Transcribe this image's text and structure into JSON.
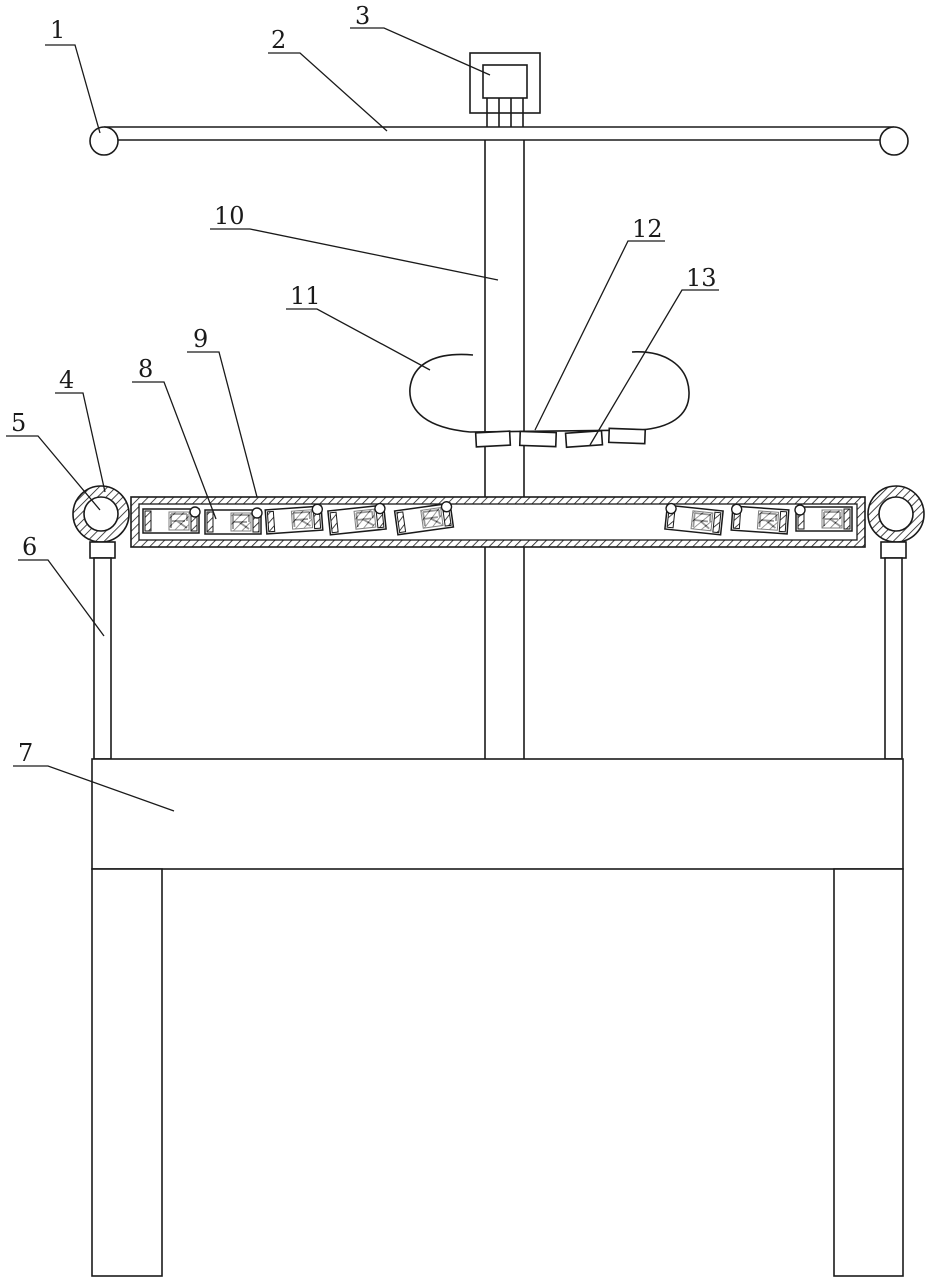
{
  "diagram": {
    "labels": [
      {
        "id": "1",
        "text": "1"
      },
      {
        "id": "2",
        "text": "2"
      },
      {
        "id": "3",
        "text": "3"
      },
      {
        "id": "4",
        "text": "4"
      },
      {
        "id": "5",
        "text": "5"
      },
      {
        "id": "6",
        "text": "6"
      },
      {
        "id": "7",
        "text": "7"
      },
      {
        "id": "8",
        "text": "8"
      },
      {
        "id": "9",
        "text": "9"
      },
      {
        "id": "10",
        "text": "10"
      },
      {
        "id": "11",
        "text": "11"
      },
      {
        "id": "12",
        "text": "12"
      },
      {
        "id": "13",
        "text": "13"
      }
    ],
    "colors": {
      "line": "#1a1a1a",
      "background": "#ffffff"
    }
  }
}
